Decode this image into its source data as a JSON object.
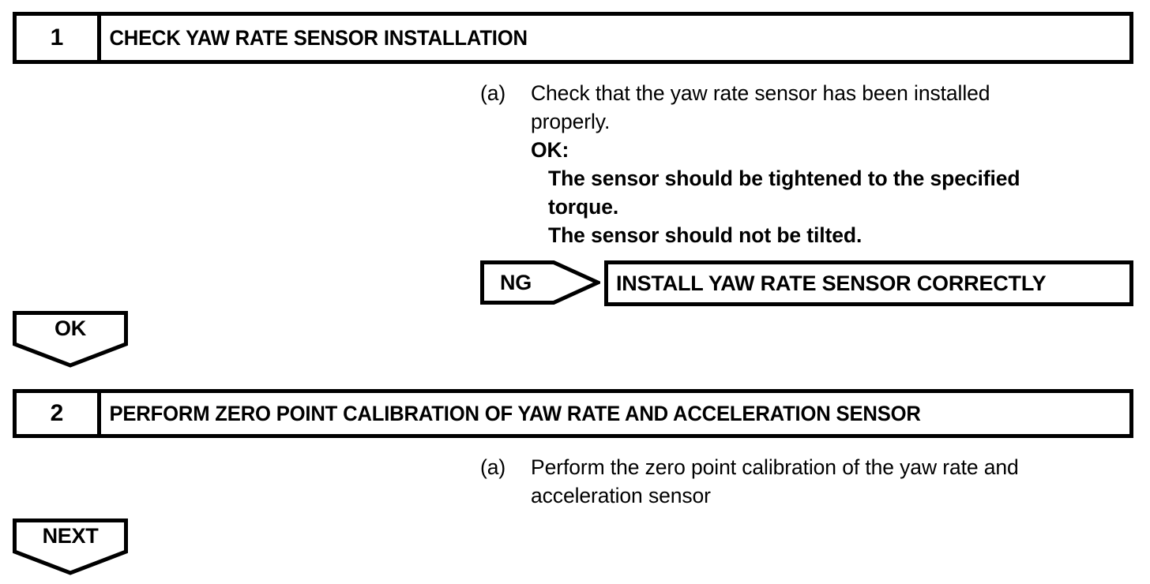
{
  "document": {
    "type": "diagnostic-procedure-flowchart"
  },
  "steps": [
    {
      "number": "1",
      "title": "CHECK YAW RATE SENSOR INSTALLATION",
      "item_label": "(a)",
      "lines": [
        {
          "text": "Check that the yaw rate sensor has been installed",
          "bold": false,
          "indent": false
        },
        {
          "text": "properly.",
          "bold": false,
          "indent": false
        },
        {
          "text": "OK:",
          "bold": true,
          "indent": false
        },
        {
          "text": "The sensor should be tightened to the specified",
          "bold": true,
          "indent": true
        },
        {
          "text": "torque.",
          "bold": true,
          "indent": true
        },
        {
          "text": "The sensor should not be tilted.",
          "bold": true,
          "indent": true
        }
      ]
    },
    {
      "number": "2",
      "title": "PERFORM ZERO POINT CALIBRATION OF YAW RATE AND ACCELERATION SENSOR",
      "item_label": "(a)",
      "lines": [
        {
          "text": "Perform the zero point calibration of the yaw rate and",
          "bold": false,
          "indent": false
        },
        {
          "text": "acceleration sensor",
          "bold": false,
          "indent": false
        }
      ]
    }
  ],
  "branches": {
    "ng": {
      "label": "NG",
      "result": "INSTALL YAW RATE SENSOR CORRECTLY"
    },
    "ok": {
      "label": "OK"
    },
    "next": {
      "label": "NEXT"
    }
  },
  "colors": {
    "ink": "#000000",
    "paper": "#ffffff"
  }
}
